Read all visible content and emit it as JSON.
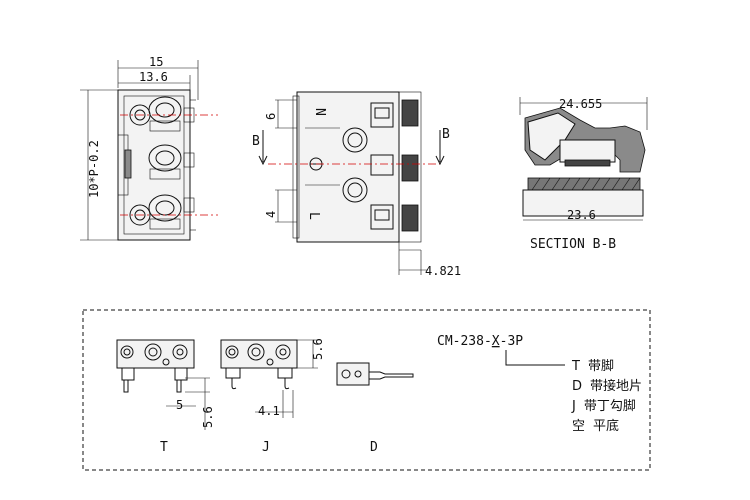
{
  "top_view": {
    "dim_width_outer": "15",
    "dim_width_inner": "13.6",
    "dim_height": "10*P-0.2"
  },
  "front_view": {
    "label_n": "N",
    "label_l": "L",
    "section_mark_left": "B",
    "section_mark_right": "B",
    "dim_6": "6",
    "dim_4": "4",
    "dim_4821": "4.821"
  },
  "section_view": {
    "dim_top": "24.655",
    "dim_bottom": "23.6",
    "caption": "SECTION B-B"
  },
  "variants": {
    "part_code_base": "CM-238-",
    "part_code_x": "X",
    "part_code_tail": "-3P",
    "dim_56_right": "5.6",
    "dim_5": "5",
    "dim_56_left": "5.6",
    "dim_41": "4.1",
    "label_t": "T",
    "label_j": "J",
    "label_d": "D",
    "legend": [
      {
        "code": "T",
        "desc": "带脚"
      },
      {
        "code": "D",
        "desc": "带接地片"
      },
      {
        "code": "J",
        "desc": "带丁勾脚"
      },
      {
        "code": "空",
        "desc": "平底"
      }
    ]
  }
}
